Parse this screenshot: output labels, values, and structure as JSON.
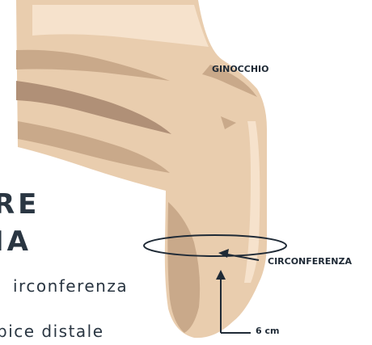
{
  "labels": {
    "knee": "GINOCCHIO",
    "circumference": "CIRCONFERENZA",
    "distance": "6 cm"
  },
  "headline": {
    "line1": "RE",
    "line2": "IA"
  },
  "body_text": {
    "line1": "irconferenza",
    "line2": "pice distale"
  },
  "colors": {
    "skin": "#e9cdae",
    "skin_shadow": "#c9a98a",
    "skin_dark_stripe": "#b09077",
    "skin_highlight": "#f6e2cc",
    "line": "#1f2a36",
    "text": "#2a3642"
  }
}
